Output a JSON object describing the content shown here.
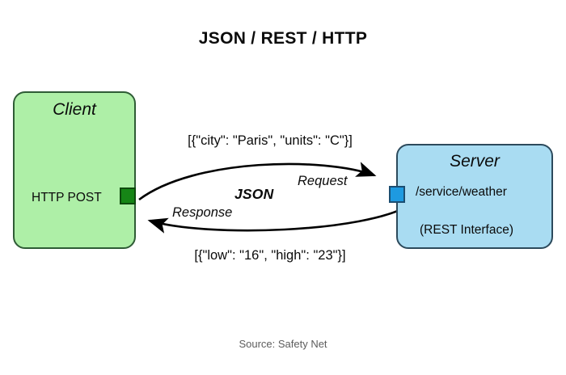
{
  "diagram": {
    "title": "JSON / REST / HTTP",
    "source": "Source: Safety Net",
    "colors": {
      "client_fill": "#aeefa7",
      "client_border": "#2f5c36",
      "client_port": "#168516",
      "server_fill": "#a9dcf2",
      "server_border": "#2c4a5c",
      "server_port": "#1e9ae0",
      "text": "#0b0b0b",
      "source_text": "#5d5d5d",
      "background": "#ffffff"
    },
    "nodes": [
      {
        "id": "client",
        "heading": "Client",
        "method": "HTTP POST"
      },
      {
        "id": "server",
        "heading": "Server",
        "path": "/service/weather",
        "interface": "(REST Interface)"
      }
    ],
    "flows": {
      "protocol": "JSON",
      "request": {
        "label": "Request",
        "payload": "[{\"city\": \"Paris\", \"units\": \"C\"}]",
        "direction": "client-to-server"
      },
      "response": {
        "label": "Response",
        "payload": "[{\"low\": \"16\", \"high\": \"23\"}]",
        "direction": "server-to-client"
      }
    }
  }
}
